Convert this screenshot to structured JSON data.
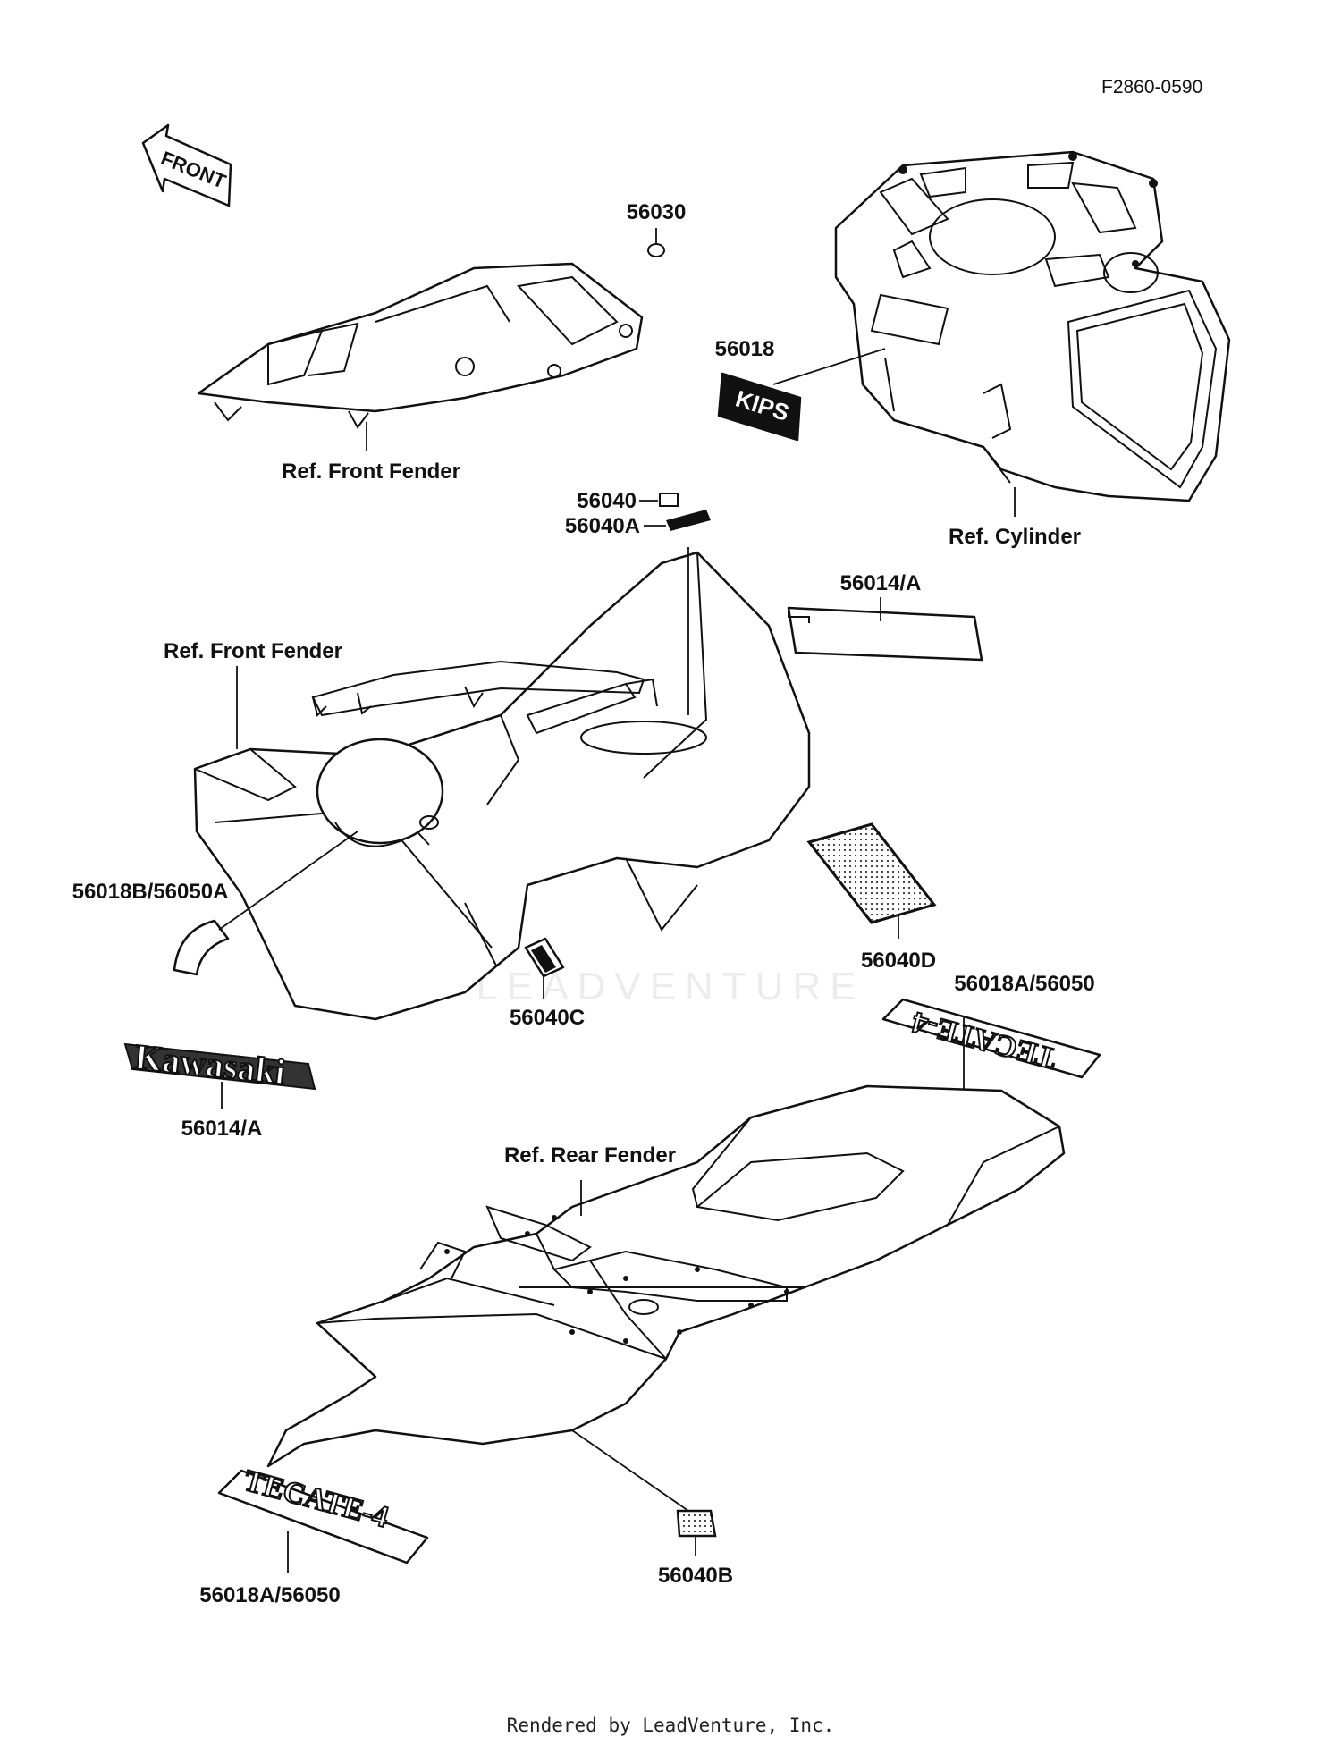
{
  "diagram_code": "F2860-0590",
  "front_arrow_text": "FRONT",
  "watermark": "LEADVENTURE",
  "footer": "Rendered by LeadVenture, Inc.",
  "ref_labels": {
    "front_fender_top": "Ref. Front Fender",
    "cylinder": "Ref. Cylinder",
    "front_fender_mid": "Ref. Front Fender",
    "rear_fender": "Ref. Rear Fender"
  },
  "part_numbers": {
    "p56030": "56030",
    "p56018": "56018",
    "p56040": "56040",
    "p56040A": "56040A",
    "p56014A_right": "56014/A",
    "p56018B_56050A": "56018B/56050A",
    "p56040D": "56040D",
    "p56040C": "56040C",
    "p56018A_56050_top": "56018A/56050",
    "p56014A_left": "56014/A",
    "p56040B": "56040B",
    "p56018A_56050_bottom": "56018A/56050"
  },
  "decals": {
    "kips": "KIPS",
    "kawasaki": "Kawasaki",
    "tecate_top": "TECATE-4",
    "tecate_bottom": "TECATE-4"
  }
}
